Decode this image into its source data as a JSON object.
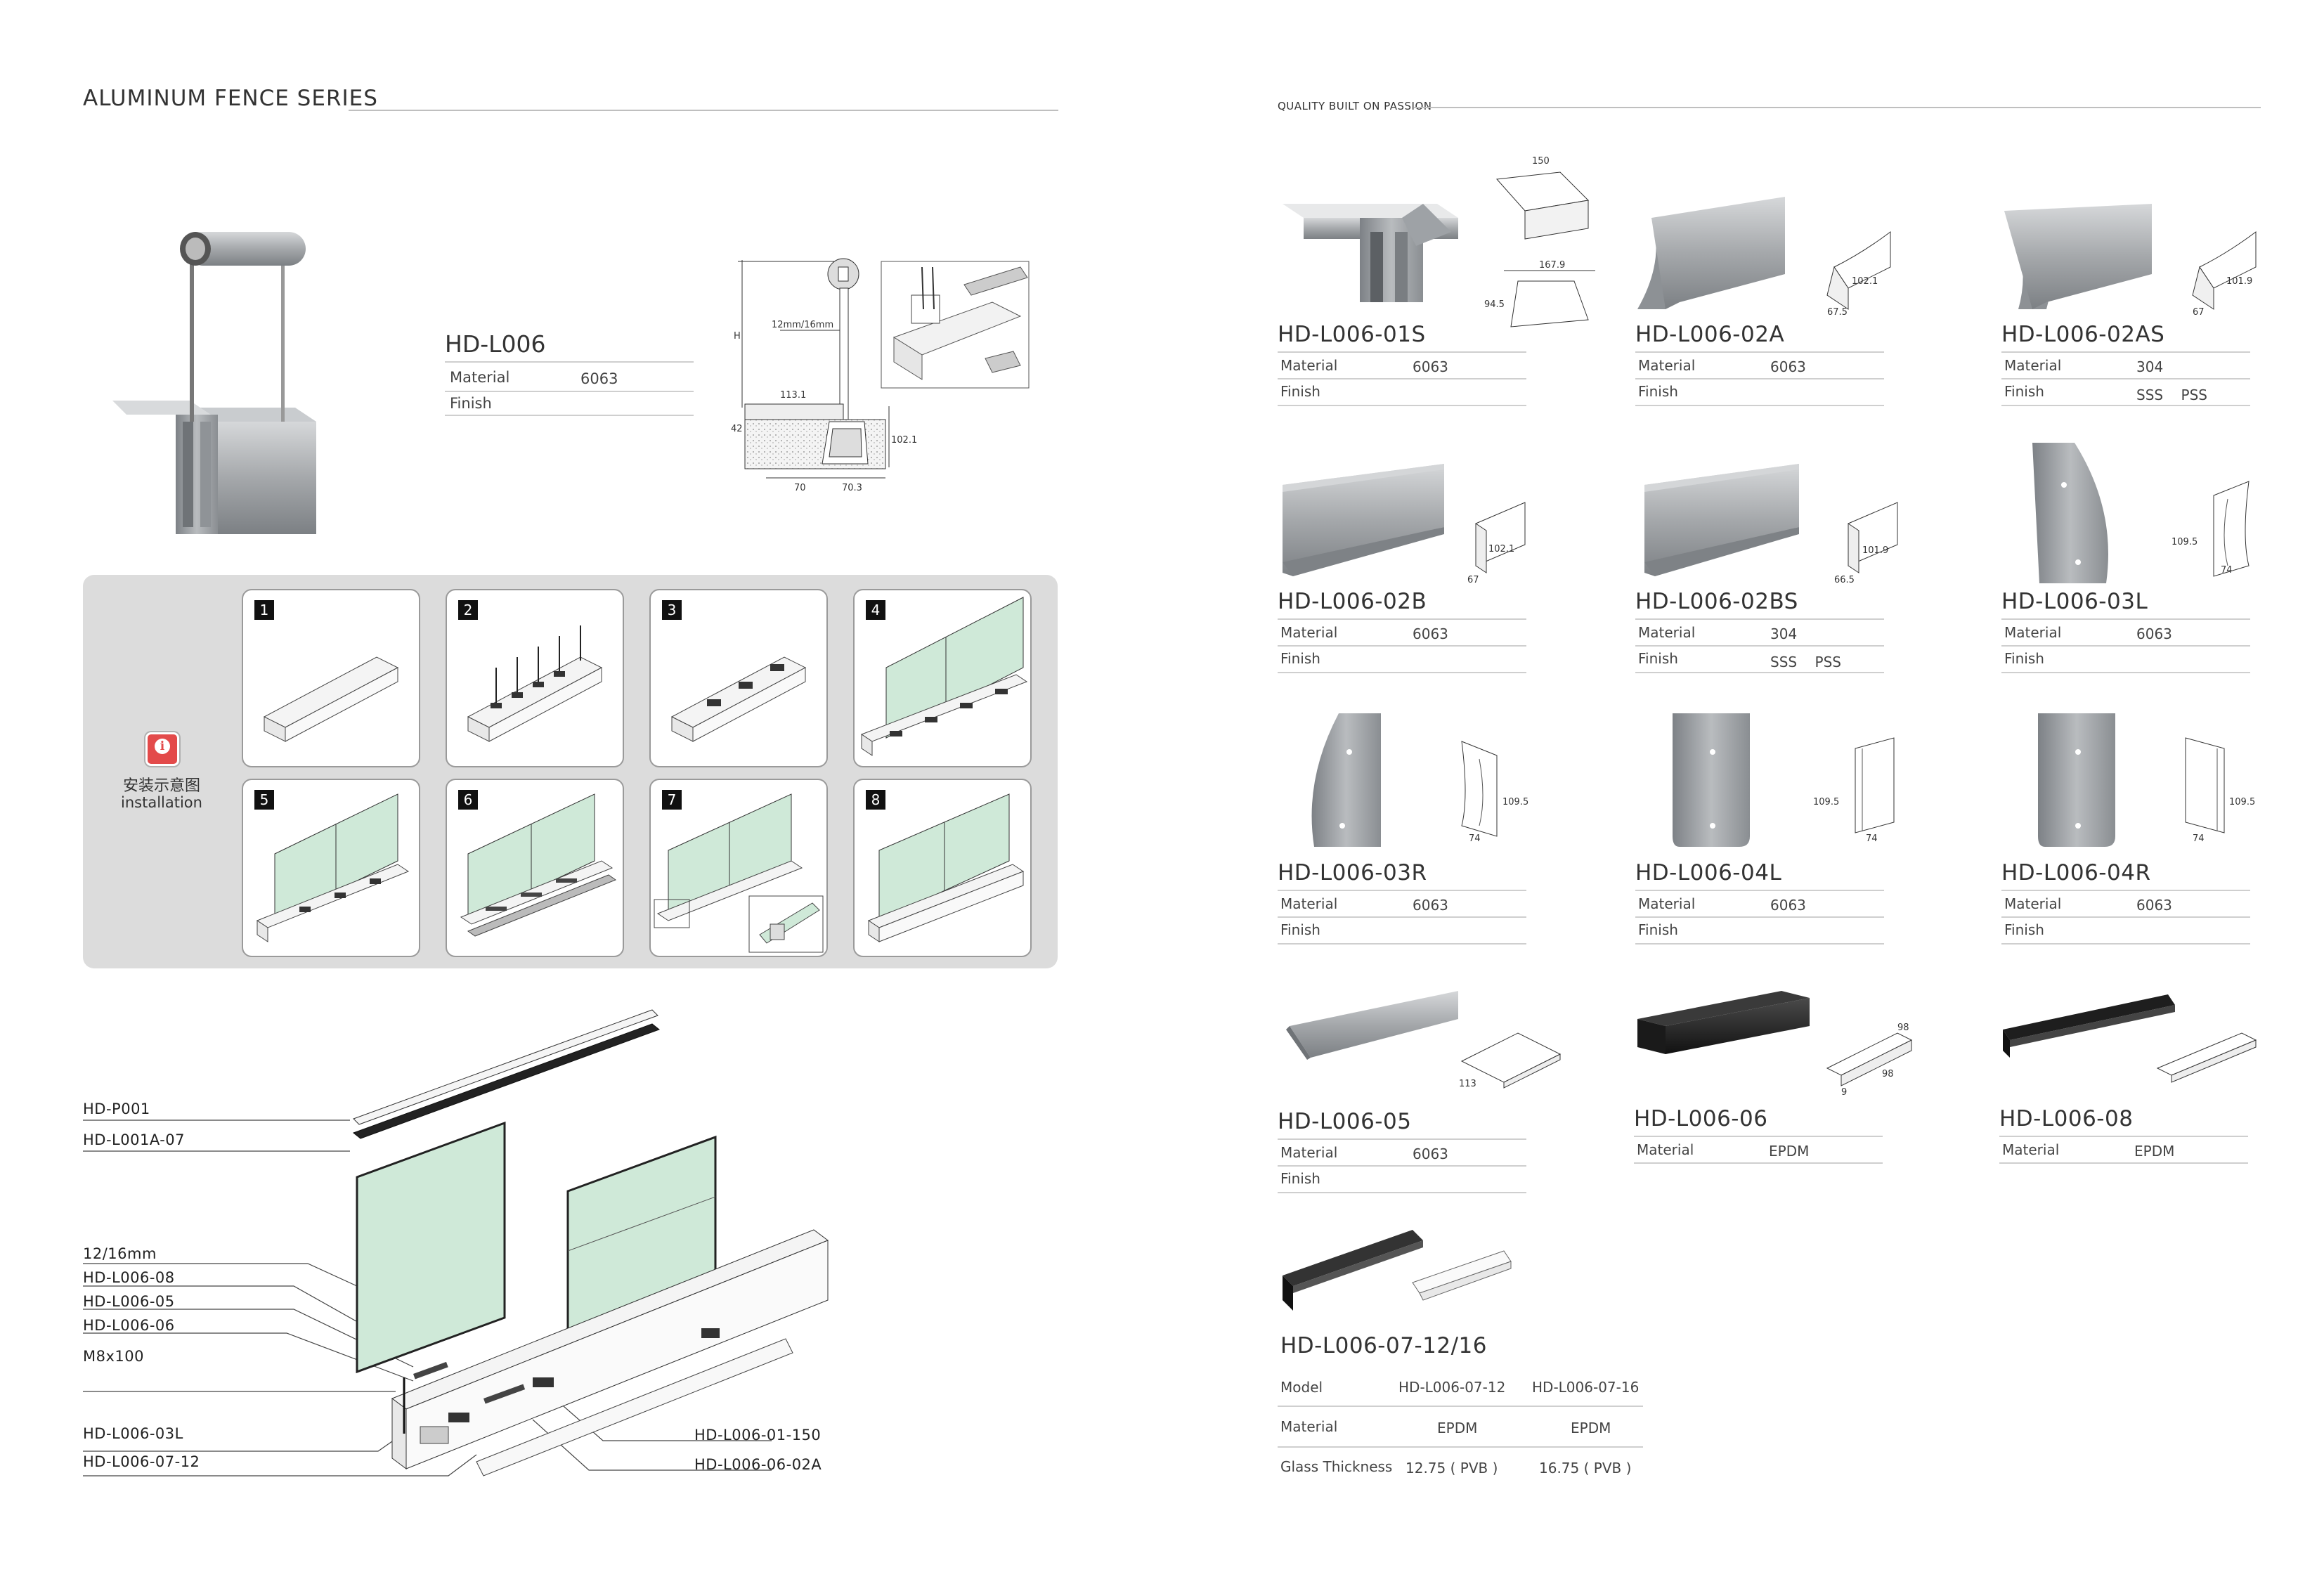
{
  "left_page": {
    "header_title": "ALUMINUM FENCE SERIES",
    "main_product": {
      "name": "HD-L006",
      "material_label": "Material",
      "material_value": "6063",
      "finish_label": "Finish"
    },
    "dimensions": {
      "glass": "12mm/16mm",
      "h": "H",
      "d1131": "113.1",
      "d42": "42",
      "d1021": "102.1",
      "d70": "70",
      "d703": "70.3"
    },
    "installation": {
      "title_zh": "安装示意图",
      "title_en": "installation",
      "steps": [
        "1",
        "2",
        "3",
        "4",
        "5",
        "6",
        "7",
        "8"
      ]
    },
    "exploded_labels": {
      "p001": "HD-P001",
      "l001a07": "HD-L001A-07",
      "glass": "12/16mm",
      "l00608": "HD-L006-08",
      "l00605": "HD-L006-05",
      "l00606": "HD-L006-06",
      "m8x100": "M8x100",
      "l00603l": "HD-L006-03L",
      "l0060712": "HD-L006-07-12",
      "l00601150": "HD-L006-01-150",
      "l0060602a": "HD-L006-06-02A"
    }
  },
  "right_page": {
    "header_small": "QUALITY BUILT ON PASSION",
    "labels": {
      "material": "Material",
      "finish": "Finish"
    },
    "products": {
      "p01s": {
        "name": "HD-L006-01S",
        "material": "6063",
        "finish": "",
        "d1": "150",
        "d2": "167.9",
        "d3": "94.5"
      },
      "p02a": {
        "name": "HD-L006-02A",
        "material": "6063",
        "finish": "",
        "d1": "102.1",
        "d2": "67.5"
      },
      "p02as": {
        "name": "HD-L006-02AS",
        "material": "304",
        "finish": "SSS    PSS",
        "d1": "101.9",
        "d2": "67"
      },
      "p02b": {
        "name": "HD-L006-02B",
        "material": "6063",
        "finish": "",
        "d1": "102.1",
        "d2": "67"
      },
      "p02bs": {
        "name": "HD-L006-02BS",
        "material": "304",
        "finish": "SSS    PSS",
        "d1": "101.9",
        "d2": "66.5"
      },
      "p03l": {
        "name": "HD-L006-03L",
        "material": "6063",
        "finish": "",
        "d1": "109.5",
        "d2": "74"
      },
      "p03r": {
        "name": "HD-L006-03R",
        "material": "6063",
        "finish": "",
        "d1": "109.5",
        "d2": "74"
      },
      "p04l": {
        "name": "HD-L006-04L",
        "material": "6063",
        "finish": "",
        "d1": "109.5",
        "d2": "74"
      },
      "p04r": {
        "name": "HD-L006-04R",
        "material": "6063",
        "finish": "",
        "d1": "109.5",
        "d2": "74"
      },
      "p05": {
        "name": "HD-L006-05",
        "material": "6063",
        "finish": "",
        "d1": "113"
      },
      "p06": {
        "name": "HD-L006-06",
        "material": "EPDM",
        "d1": "98",
        "d2": "98",
        "d3": "9"
      },
      "p08": {
        "name": "HD-L006-08",
        "material": "EPDM"
      }
    },
    "table": {
      "name": "HD-L006-07-12/16",
      "model_label": "Model",
      "model_1": "HD-L006-07-12",
      "model_2": "HD-L006-07-16",
      "material_label": "Material",
      "material_1": "EPDM",
      "material_2": "EPDM",
      "thickness_label": "Glass Thickness",
      "thickness_1": "12.75 ( PVB )",
      "thickness_2": "16.75 ( PVB )"
    }
  },
  "colors": {
    "glass": "#cfe9d8",
    "glass_edge": "#3a3a3a",
    "aluminum": "#a9acaf",
    "panel": "#dcdcdc",
    "epdm": "#2a2a2a"
  }
}
